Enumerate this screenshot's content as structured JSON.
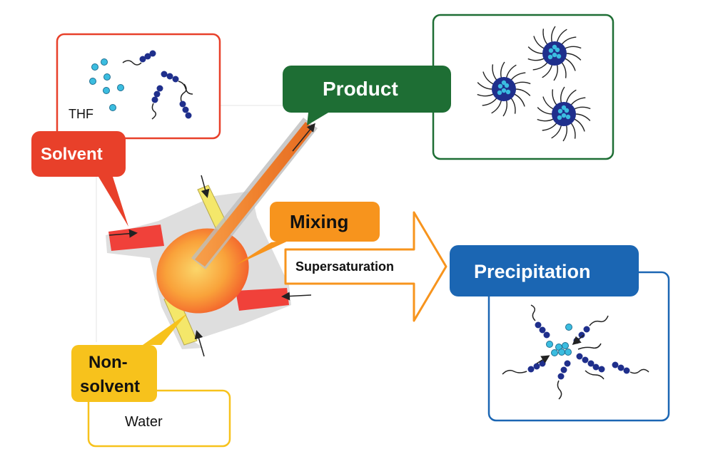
{
  "diagram": {
    "solvent": {
      "label": "Solvent",
      "name": "THF",
      "color": "#e8402a"
    },
    "nonsolvent": {
      "label_line1": "Non-",
      "label_line2": "solvent",
      "name": "Water",
      "color": "#f7c21c"
    },
    "product": {
      "label": "Product",
      "color": "#1e6e34"
    },
    "mixing": {
      "label": "Mixing",
      "color": "#f7941d"
    },
    "supersaturation": {
      "label": "Supersaturation",
      "color": "#f7941d"
    },
    "precipitation": {
      "label": "Precipitation",
      "color": "#1b66b3"
    },
    "polymer_color": "#1f2f8c",
    "particle_color": "#3bbde0"
  }
}
